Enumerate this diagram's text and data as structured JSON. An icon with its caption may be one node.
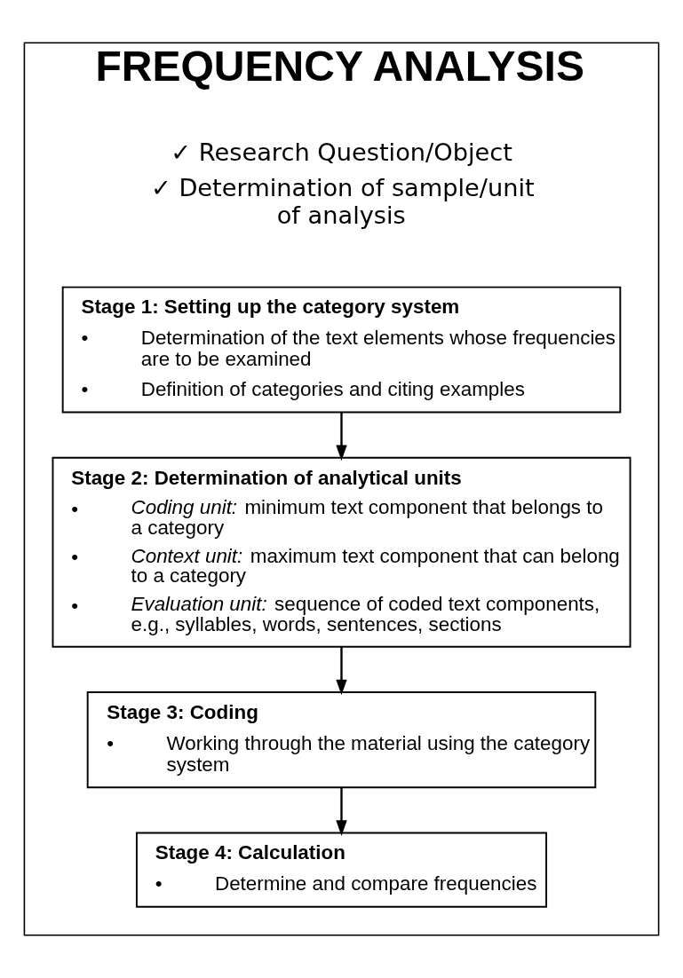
{
  "diagram": {
    "nodes": [
      {
        "text": [
          "FREQUENCY ANALYSIS"
        ]
      },
      {
        "text": [
          "Stage 1: Setting up the category system",
          "• Determination of the text elements whose frequencies are to be examined",
          "• Definition of categories and citing examples"
        ],
        "in": 0
      },
      {
        "text": [
          "Stage 2: Determination of analytical units",
          "• *Coding unit:* minimum text component that belongs to a category",
          "• *Context unit:* maximum text component that can belong to a category",
          "• *Evaluation unit:* sequence of coded text components, e.g., syllables, words, sentences, sections"
        ],
        "in": 0
      },
      {
        "text": [
          "Stage 3: Coding",
          "• Working through the material using the category system"
        ],
        "in": 0
      },
      {
        "text": [
          "Stage 4: Calculation",
          "• Determine and compare frequencies"
        ],
        "in": 0
      }
    ],
    "edges": [
      {
        "from": 1,
        "to": 2,
        "arrow": "to"
      },
      {
        "from": 2,
        "to": 3,
        "arrow": "to"
      },
      {
        "from": 3,
        "to": 4,
        "arrow": "to"
      }
    ],
    "labels": [
      "✓ Research Question/Object",
      "✓ Determination of sample/unit of analysis"
    ]
  }
}
